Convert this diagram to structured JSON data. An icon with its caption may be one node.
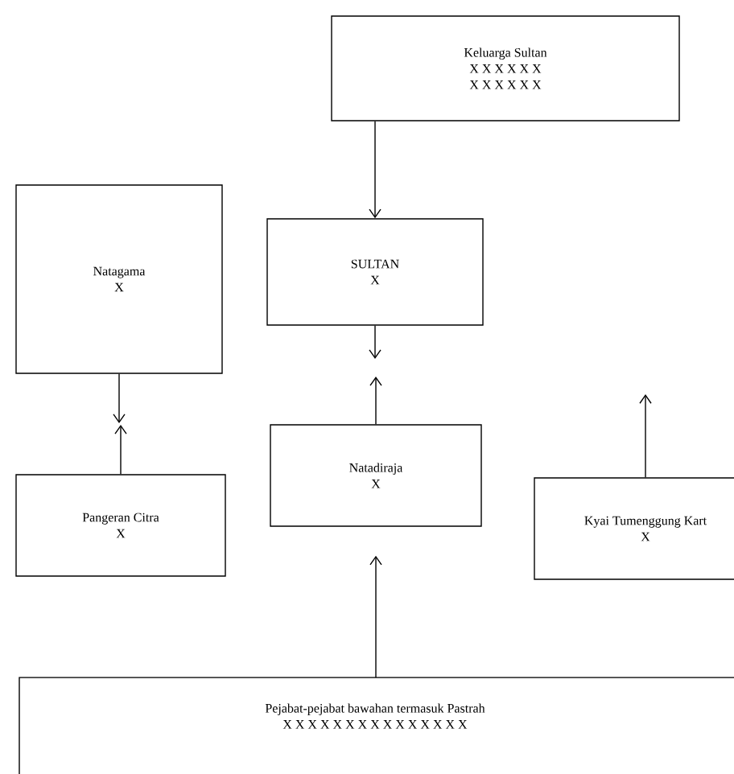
{
  "diagram": {
    "nodes": [
      {
        "text": [
          "Keluarga Sultan",
          "X X X X X X",
          "X X X X X X"
        ]
      },
      {
        "text": [
          "SULTAN",
          "X"
        ]
      },
      {
        "text": [
          "Natagama",
          "X"
        ]
      },
      {
        "text": [
          "Pangeran Citra",
          "X"
        ]
      },
      {
        "text": [
          "Natadiraja",
          "X"
        ]
      },
      {
        "text": [
          "Kyai Tumenggung Kart",
          "X"
        ]
      },
      {
        "text": [
          "Pejabat-pejabat bawahan termasuk Pastrah",
          "X X X X X X X X X X X X X X X"
        ]
      }
    ],
    "edges": [
      {
        "from": 0,
        "to": 1,
        "arrow": "to"
      },
      {
        "from": 2,
        "to": null,
        "arrow": "to"
      },
      {
        "from": 3,
        "to": null,
        "arrow": "to"
      },
      {
        "from": 1,
        "to": null,
        "arrow": "to"
      },
      {
        "from": 4,
        "to": null,
        "arrow": "to"
      },
      {
        "from": 5,
        "to": null,
        "arrow": "to"
      },
      {
        "from": 6,
        "to": 4,
        "arrow": "to"
      }
    ]
  }
}
